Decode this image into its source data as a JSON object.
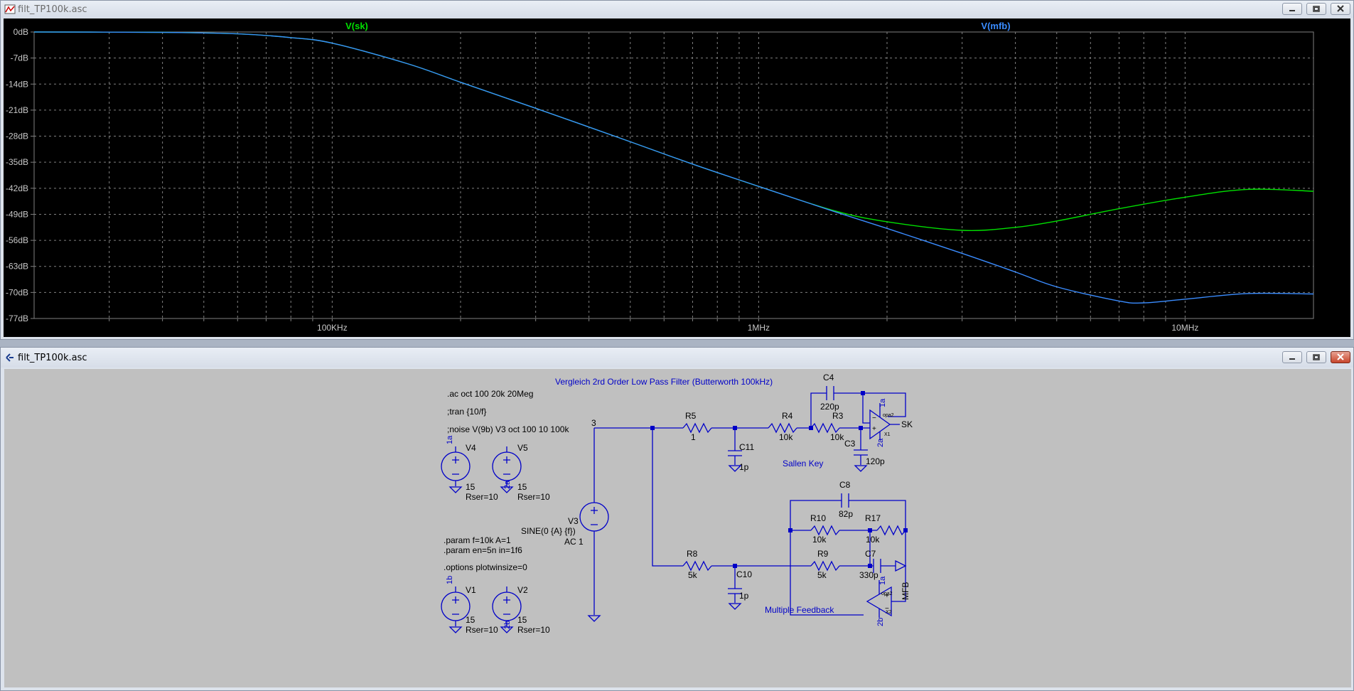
{
  "plot_window": {
    "title": "filt_TP100k.asc",
    "traces": [
      {
        "name": "V(sk)",
        "color": "#00e000"
      },
      {
        "name": "V(mfb)",
        "color": "#3a8cff"
      }
    ],
    "y_ticks": [
      "0dB",
      "-7dB",
      "-14dB",
      "-21dB",
      "-28dB",
      "-35dB",
      "-42dB",
      "-49dB",
      "-56dB",
      "-63dB",
      "-70dB",
      "-77dB"
    ],
    "x_ticks": [
      "100KHz",
      "1MHz",
      "10MHz"
    ]
  },
  "chart_data": {
    "type": "line",
    "x_scale": "log",
    "xlim": [
      20000,
      20000000
    ],
    "ylim": [
      -77,
      0
    ],
    "y_unit": "dB",
    "x_tick_labels": [
      "100KHz",
      "1MHz",
      "10MHz"
    ],
    "y_tick_labels": [
      "0dB",
      "-7dB",
      "-14dB",
      "-21dB",
      "-28dB",
      "-35dB",
      "-42dB",
      "-49dB",
      "-56dB",
      "-63dB",
      "-70dB",
      "-77dB"
    ],
    "grid": true,
    "legend": "top",
    "series": [
      {
        "name": "V(sk)",
        "color": "#00e000",
        "x": [
          20000,
          40000,
          60000,
          80000,
          100000,
          150000,
          200000,
          300000,
          500000,
          700000,
          1000000,
          1500000,
          2000000,
          3000000,
          4000000,
          5000000,
          7000000,
          10000000,
          14000000,
          20000000
        ],
        "y": [
          0,
          -0.1,
          -0.5,
          -1.5,
          -3,
          -8.5,
          -13.5,
          -20.5,
          -29.5,
          -35.5,
          -41.5,
          -48,
          -51,
          -53.3,
          -52.5,
          -50.8,
          -47.5,
          -44.4,
          -42.3,
          -42.8
        ]
      },
      {
        "name": "V(mfb)",
        "color": "#3a8cff",
        "x": [
          20000,
          40000,
          60000,
          80000,
          100000,
          150000,
          200000,
          300000,
          500000,
          700000,
          1000000,
          1500000,
          2000000,
          3000000,
          4000000,
          5000000,
          7000000,
          8000000,
          10000000,
          14000000,
          20000000
        ],
        "y": [
          0,
          -0.1,
          -0.5,
          -1.5,
          -3,
          -8.5,
          -13.5,
          -20.5,
          -29.5,
          -35.5,
          -41.5,
          -48.2,
          -52.8,
          -59.5,
          -64.5,
          -68.5,
          -72.3,
          -72.8,
          -71.8,
          -70.3,
          -70.4
        ]
      }
    ]
  },
  "schematic_window": {
    "title": "filt_TP100k.asc",
    "heading": "Vergleich 2rd Order Low Pass Filter  (Butterworth 100kHz)",
    "directives": {
      "ac": ".ac oct 100 20k 20Meg",
      "tran": ";tran {10/f}",
      "noise": ";noise V(9b) V3 oct 100 10 100k",
      "param1": ".param f=10k A=1",
      "param2": ".param en=5n in=1f6",
      "options": ".options plotwinsize=0"
    },
    "sources": {
      "V4": {
        "name": "V4",
        "node": "1a",
        "value": "15",
        "rser": "Rser=10"
      },
      "V5": {
        "name": "V5",
        "node": "2a",
        "value": "15",
        "rser": "Rser=10"
      },
      "V1": {
        "name": "V1",
        "node": "1b",
        "value": "15",
        "rser": "Rser=10"
      },
      "V2": {
        "name": "V2",
        "node": "2b",
        "value": "15",
        "rser": "Rser=10"
      },
      "V3": {
        "name": "V3",
        "line1": "SINE(0 {A} {f})",
        "line2": "AC 1"
      }
    },
    "node3": "3",
    "parts": {
      "R5": {
        "name": "R5",
        "value": "1"
      },
      "C11": {
        "name": "C11",
        "value": "1p"
      },
      "R4": {
        "name": "R4",
        "value": "10k"
      },
      "R3": {
        "name": "R3",
        "value": "10k"
      },
      "C4": {
        "name": "C4",
        "value": "220p"
      },
      "C3": {
        "name": "C3",
        "value": "120p"
      },
      "R8": {
        "name": "R8",
        "value": "5k"
      },
      "C10": {
        "name": "C10",
        "value": "1p"
      },
      "C8": {
        "name": "C8",
        "value": "82p"
      },
      "R10": {
        "name": "R10",
        "value": "10k"
      },
      "R17": {
        "name": "R17",
        "value": "10k"
      },
      "R9": {
        "name": "R9",
        "value": "5k"
      },
      "C7": {
        "name": "C7",
        "value": "330p"
      }
    },
    "opamps": {
      "X1": {
        "name": "X1",
        "model": "opa2",
        "out_label": "SK",
        "pos_supply": "1a",
        "neg_supply": "2a"
      },
      "X2": {
        "name": "X2",
        "model": "opa2",
        "out_label": "MFB",
        "pos_supply": "1a",
        "neg_supply": "2b"
      }
    },
    "labels": {
      "sallen_key": "Sallen Key",
      "multiple_feedback": "Multiple Feedback"
    }
  }
}
